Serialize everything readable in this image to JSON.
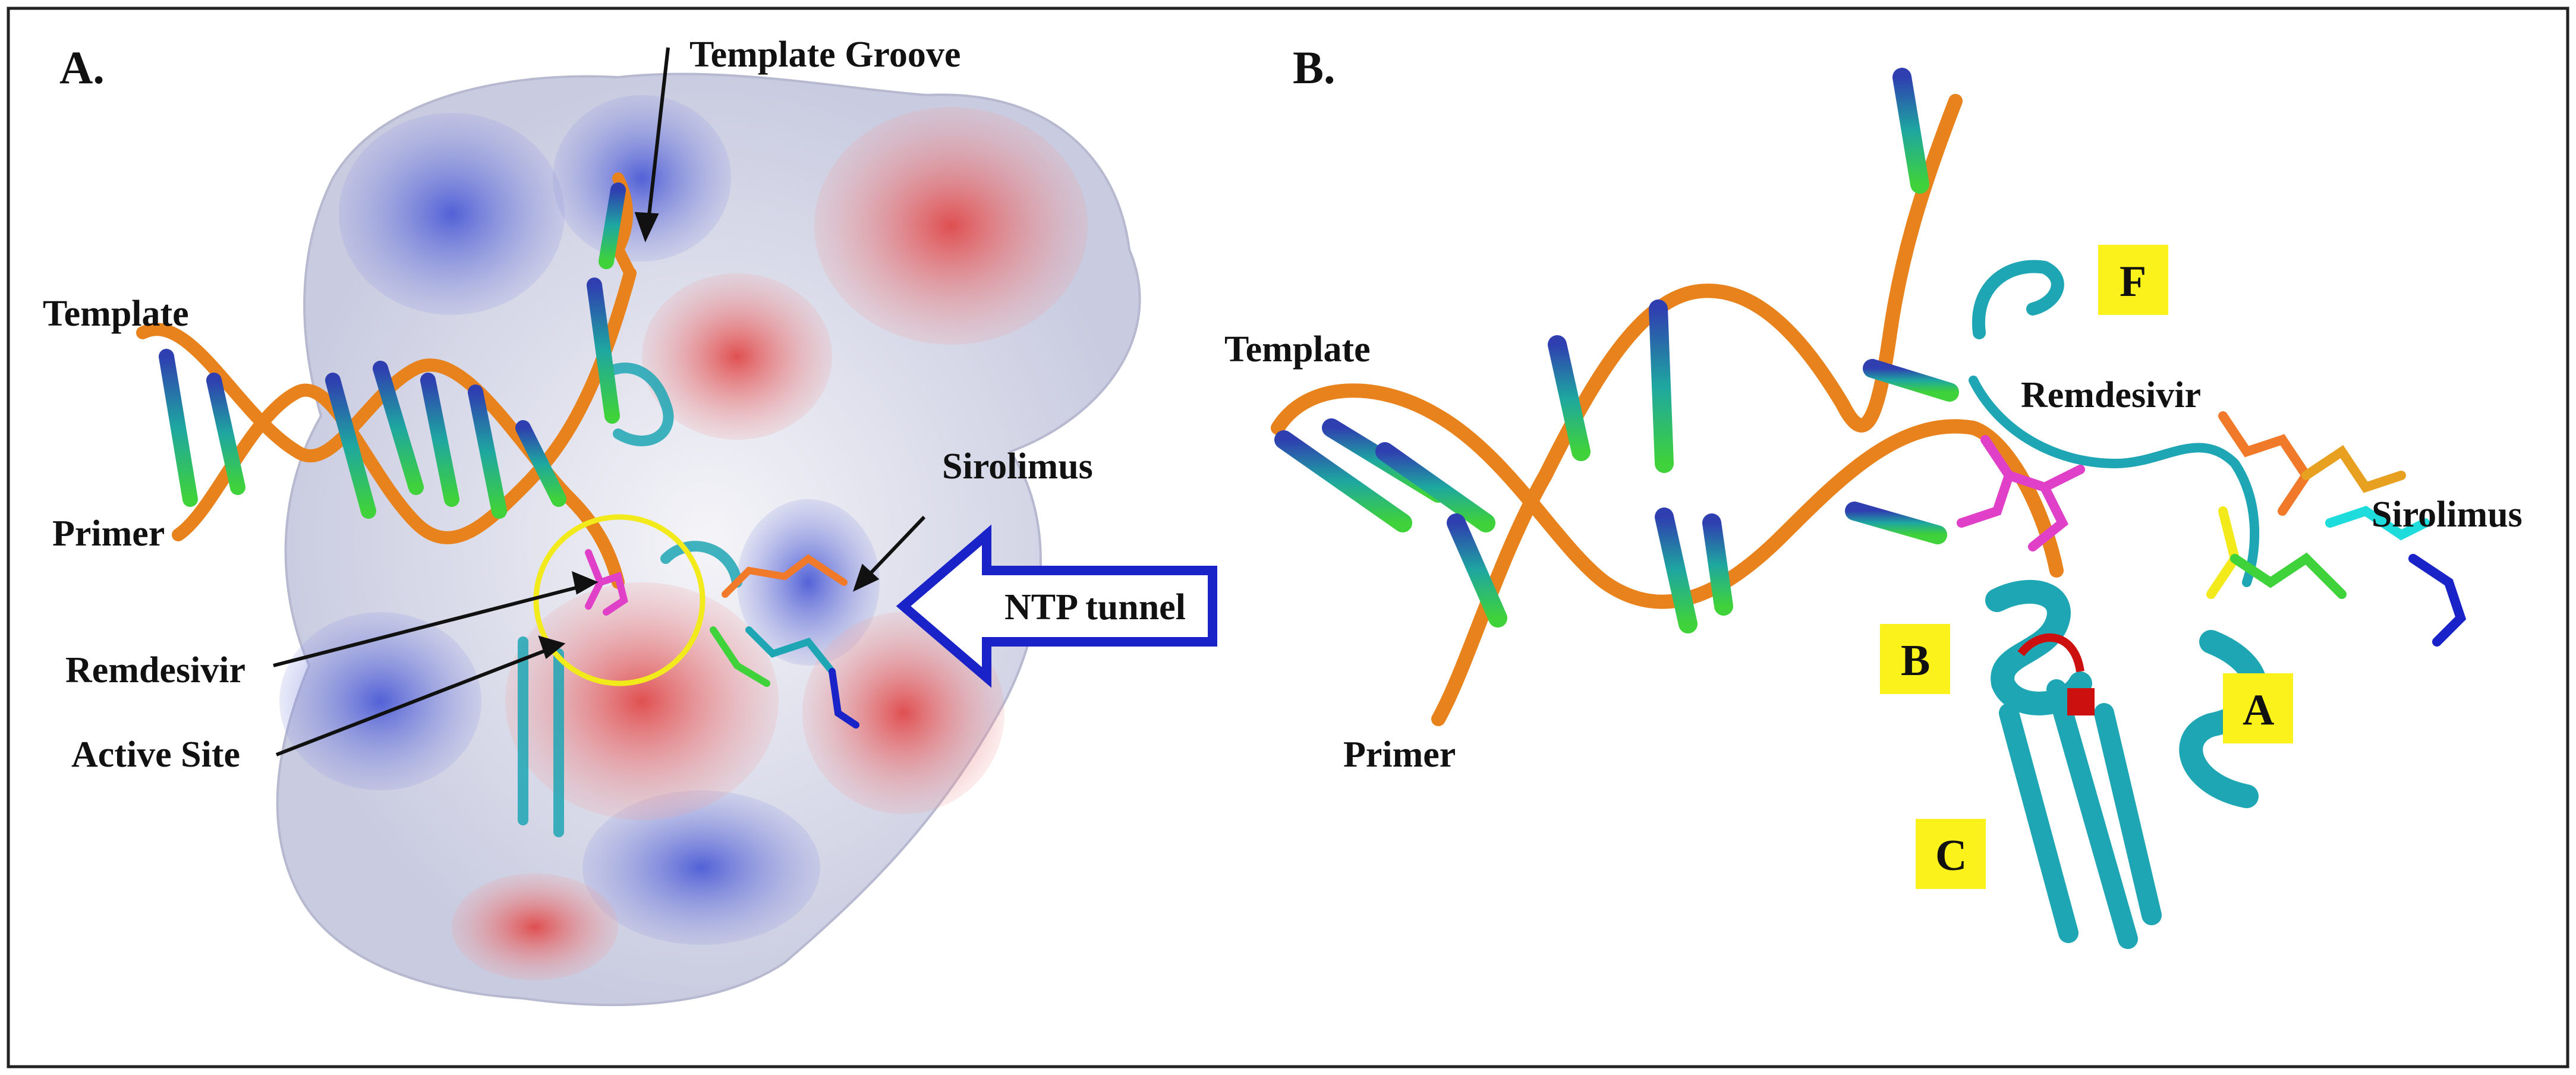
{
  "panels": [
    {
      "panel_label": "A.",
      "annotations": [
        "Template Groove",
        "Template",
        "Primer",
        "Sirolimus",
        "Remdesivir",
        "Active Site"
      ],
      "tunnel_label": "NTP tunnel"
    },
    {
      "panel_label": "B.",
      "annotations": [
        "Template",
        "Primer",
        "Remdesivir",
        "Sirolimus"
      ],
      "motif_labels": [
        "F",
        "B",
        "A",
        "C"
      ]
    }
  ],
  "colors": {
    "frame": "#222222",
    "surface_positive": "#4b5bd6",
    "surface_negative": "#e04848",
    "surface_neutral": "#ededf4",
    "rna_backbone": "#e8821c",
    "base_dark": "#2f3fb0",
    "base_mid": "#1ea7a0",
    "base_light": "#3fd23a",
    "protein_cartoon": "#1fa6b4",
    "remdesivir": "#e040c8",
    "sirolimus_stick": "#f07a2a",
    "active_site_circle": "#f2ea1a",
    "tunnel_arrow": "#1a23c8",
    "motif_box": "#fbf21c",
    "active_site_marker": "#cc1010"
  }
}
